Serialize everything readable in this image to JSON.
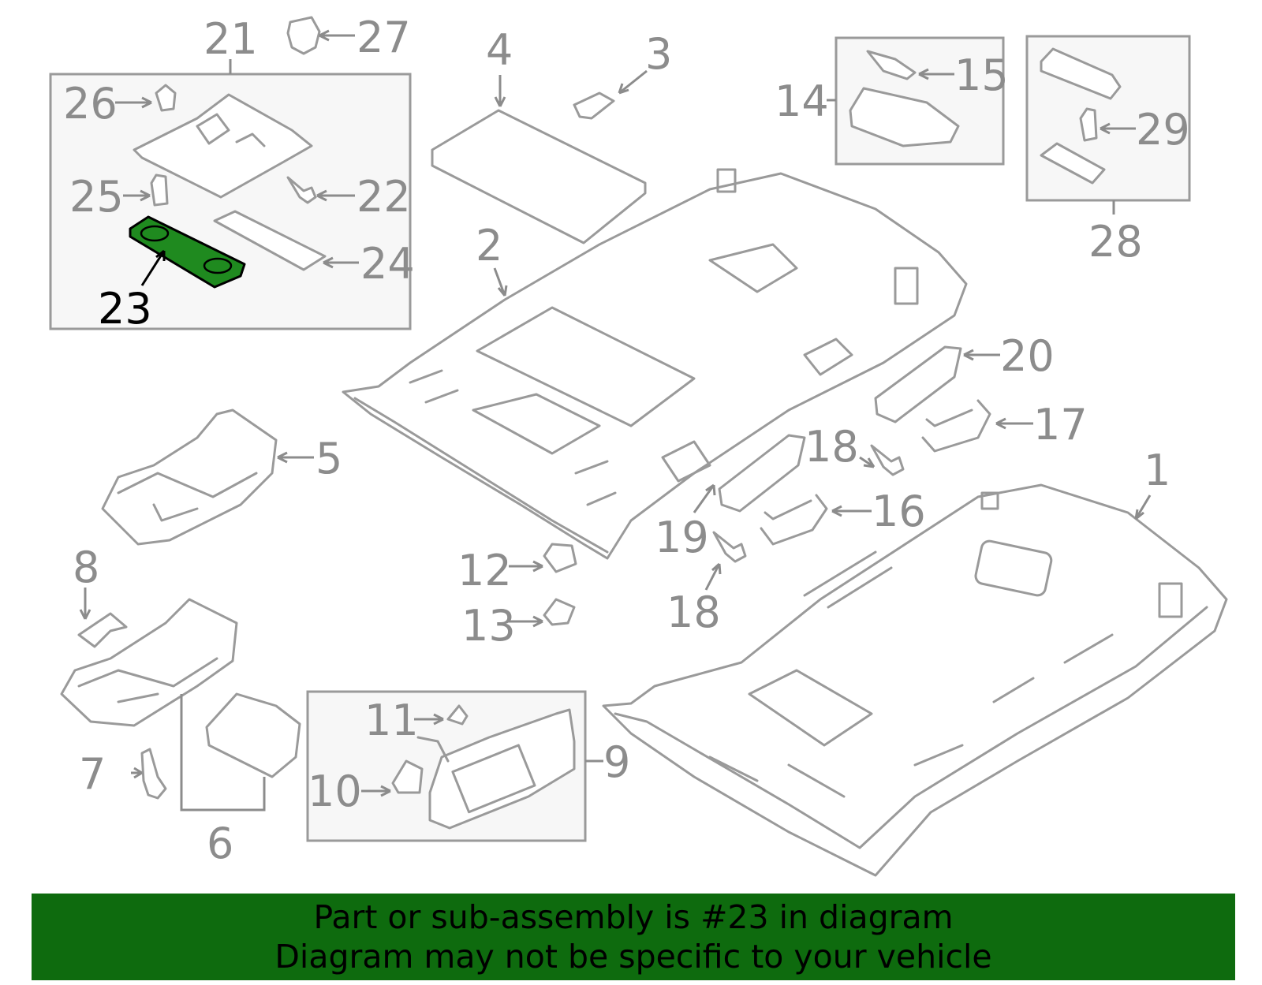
{
  "colors": {
    "banner_bg": "#0e6b0e",
    "highlight_part": "#1f8a1f",
    "line_gray": "#9a9a9a",
    "label_gray": "#8c8c8c",
    "highlight_label": "#000000"
  },
  "highlighted_part": "23",
  "labels": {
    "p1": "1",
    "p2": "2",
    "p3": "3",
    "p4": "4",
    "p5": "5",
    "p6": "6",
    "p7": "7",
    "p8": "8",
    "p9": "9",
    "p10": "10",
    "p11": "11",
    "p12": "12",
    "p13": "13",
    "p14": "14",
    "p15": "15",
    "p16": "16",
    "p17": "17",
    "p18a": "18",
    "p18b": "18",
    "p19": "19",
    "p20": "20",
    "p21": "21",
    "p22": "22",
    "p23": "23",
    "p24": "24",
    "p25": "25",
    "p26": "26",
    "p27": "27",
    "p28": "28",
    "p29": "29"
  },
  "banner": {
    "line1": "Part or sub-assembly is #23 in diagram",
    "line2": "Diagram may not be specific to your vehicle"
  }
}
